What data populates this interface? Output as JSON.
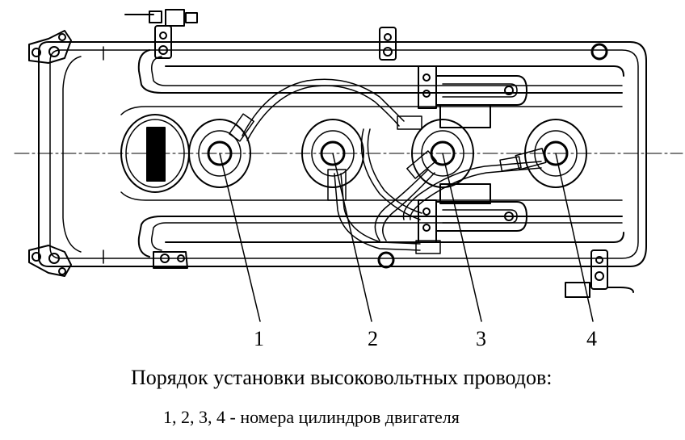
{
  "diagram": {
    "callouts": [
      "1",
      "2",
      "3",
      "4"
    ],
    "caption_title": "Порядок установки высоковольтных проводов:",
    "caption_sub": "1, 2, 3, 4 - номера цилиндров двигателя"
  }
}
